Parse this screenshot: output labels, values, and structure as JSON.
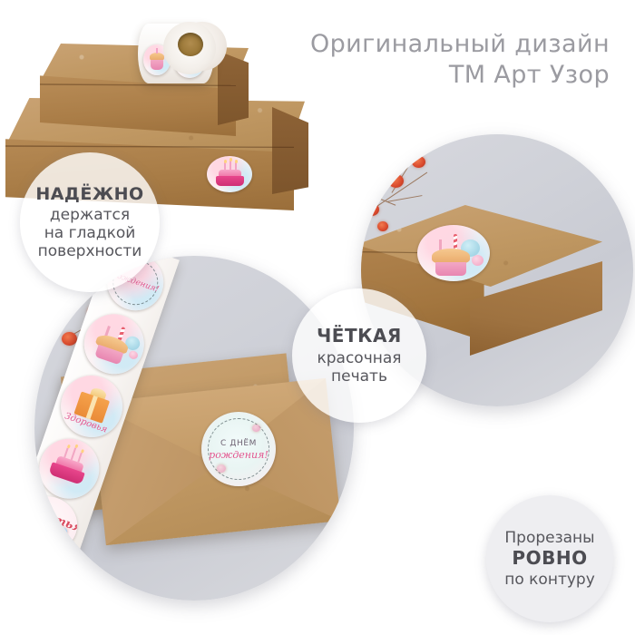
{
  "headline": {
    "line1": "Оригинальный дизайн",
    "line2": "ТМ Арт Узор"
  },
  "badges": [
    {
      "id": "reliable",
      "title": "НАДЁЖНО",
      "line2": "держатся",
      "line3": "на гладкой",
      "line4": "поверхности"
    },
    {
      "id": "print",
      "title": "ЧЁТКАЯ",
      "line2": "красочная",
      "line3": "печать"
    },
    {
      "id": "cut",
      "line1": "Прорезаны",
      "title": "РОВНО",
      "line3": "по контуру"
    }
  ],
  "stickers": {
    "birthday_greeting_caps": "С ДНЁМ",
    "birthday_greeting_script": "рождения!",
    "health": "Здоровья",
    "happiness": "Счастья"
  },
  "scenes": {
    "boxes": {
      "name": "Две крафтовые коробки с рулоном наклеек"
    },
    "box_closeup": {
      "name": "Крафтовая коробка с наклейкой-кексом"
    },
    "envelopes": {
      "name": "Крафтовые конверты с лентой наклеек"
    }
  },
  "colors": {
    "background": "#ffffff",
    "headline_text": "#9b9ba1",
    "badge_text": "#56565c",
    "badge_solid_bg": "#eeeef1",
    "kraft": "#b48c56",
    "photo_bg": "#d0d2d9",
    "sticker_pink": "#e0558e"
  }
}
